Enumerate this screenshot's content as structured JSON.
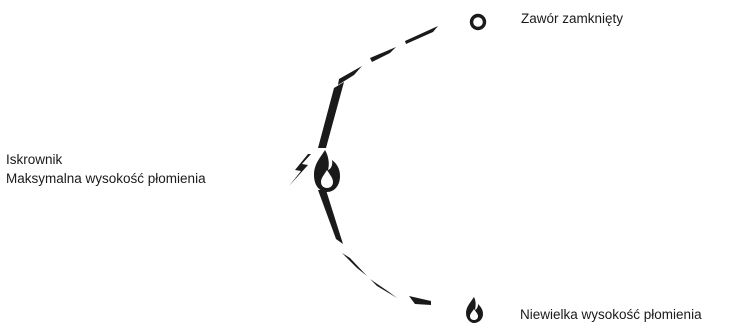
{
  "positions": {
    "closed": {
      "label": "Zawór zamknięty",
      "icon": "valve-closed-circle-icon"
    },
    "ignition": {
      "label_line1": "Iskrownik",
      "label_line2": "Maksymalna wysokość płomienia",
      "icons": [
        "spark-bolt-icon",
        "large-flame-icon"
      ]
    },
    "small_flame": {
      "label": "Niewielka wysokość płomienia",
      "icon": "small-flame-icon"
    }
  },
  "colors": {
    "ink": "#1a1a1a",
    "background": "#ffffff"
  }
}
